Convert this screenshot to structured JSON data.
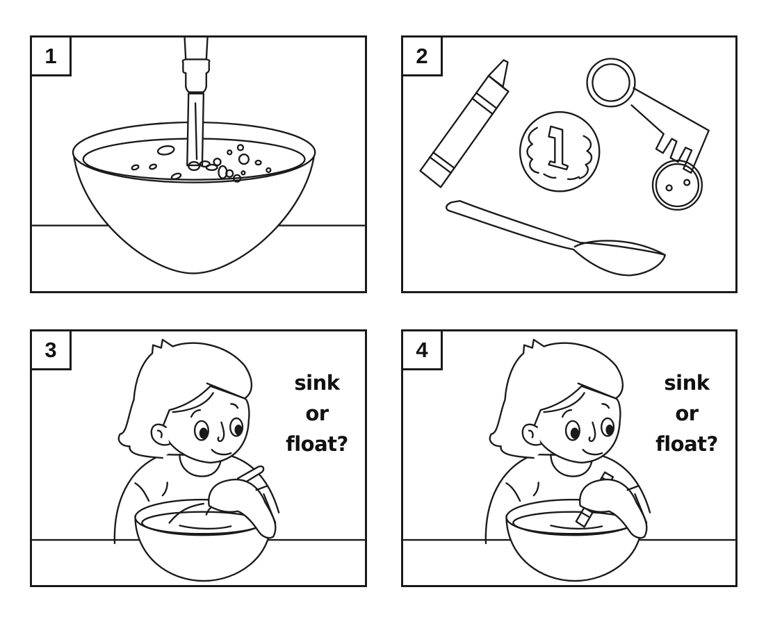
{
  "panels": [
    {
      "number": "1",
      "scene": "water pouring from tap into bowl"
    },
    {
      "number": "2",
      "scene": "objects: crayon, key, coin, button, spoon",
      "coin_label": "1"
    },
    {
      "number": "3",
      "scene": "child stirring bowl with spoon",
      "caption": {
        "line1": "sink",
        "line2": "or",
        "line3": "float?"
      }
    },
    {
      "number": "4",
      "scene": "child putting crayon into bowl",
      "caption": {
        "line1": "sink",
        "line2": "or",
        "line3": "float?"
      }
    }
  ],
  "colors": {
    "line": "#1a1a1a",
    "background": "#ffffff"
  }
}
